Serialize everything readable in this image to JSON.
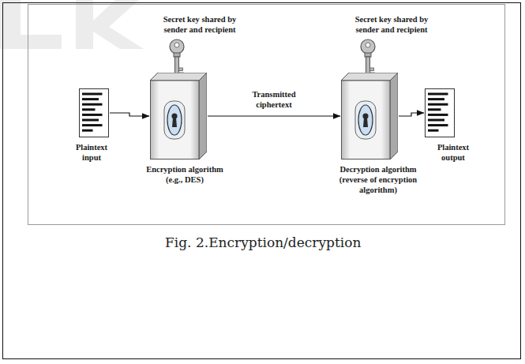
{
  "diagram": {
    "caption": "Fig. 2.Encryption/decryption",
    "nodes": [
      {
        "text": [
          "Plaintext input"
        ]
      },
      {
        "text": [
          "Encryption algorithm (e.g., DES)"
        ]
      },
      {
        "text": [
          "Decryption algorithm (reverse of encryption algorithm)"
        ]
      },
      {
        "text": [
          "Plaintext output"
        ]
      }
    ],
    "edges": [
      {
        "from": 0,
        "to": 1,
        "arrow": "to"
      },
      {
        "from": 1,
        "to": 2,
        "label": "Transmitted ciphertext",
        "arrow": "to"
      },
      {
        "from": 2,
        "to": 3,
        "arrow": "to"
      }
    ],
    "labels": [
      "Secret key shared by sender and recipient",
      "Secret key shared by sender and recipient"
    ]
  }
}
